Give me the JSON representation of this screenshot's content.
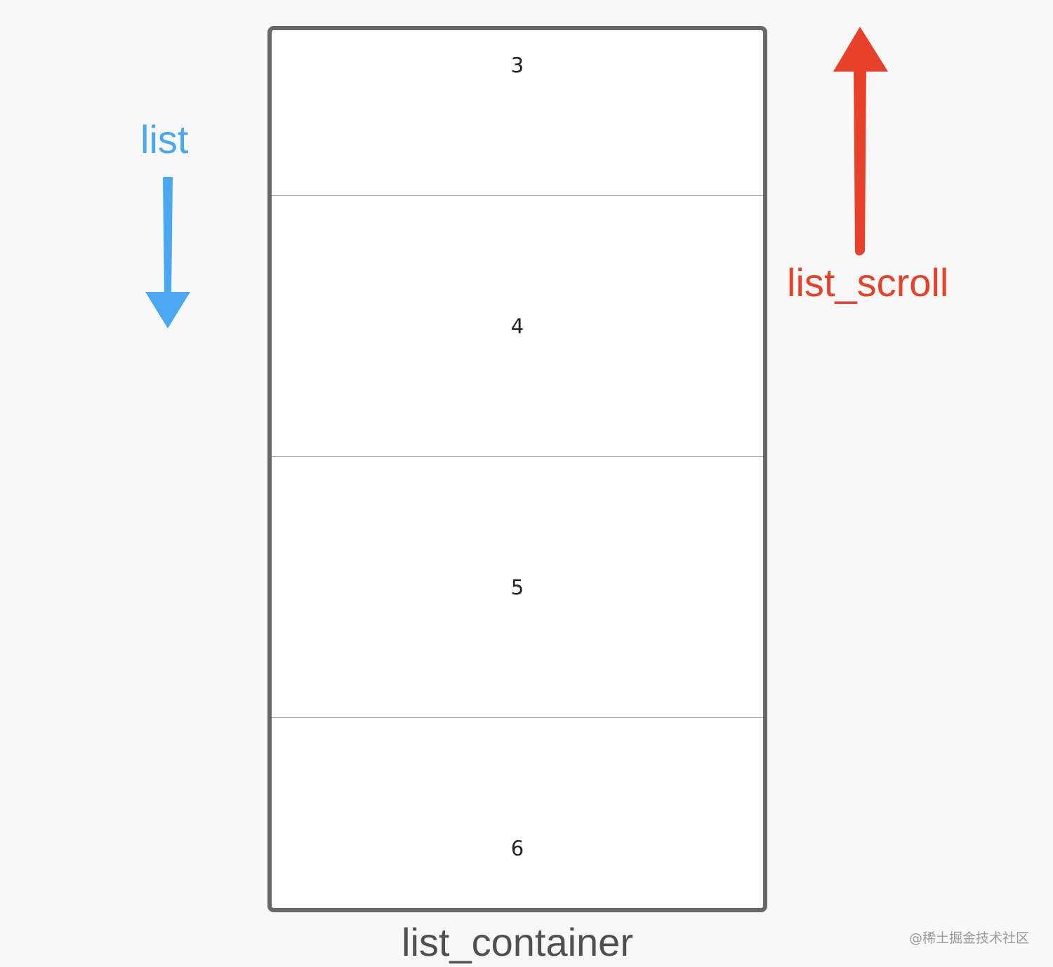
{
  "labels": {
    "list": "list",
    "list_scroll": "list_scroll",
    "list_container": "list_container"
  },
  "items": [
    "3",
    "4",
    "5",
    "6"
  ],
  "watermark": "@稀土掘金技术社区",
  "colors": {
    "list_arrow": "#4aa8f0",
    "scroll_arrow": "#e8412a",
    "container_border": "#686868"
  },
  "icons": {
    "list_direction": "arrow-down-icon",
    "scroll_direction": "arrow-up-icon"
  }
}
